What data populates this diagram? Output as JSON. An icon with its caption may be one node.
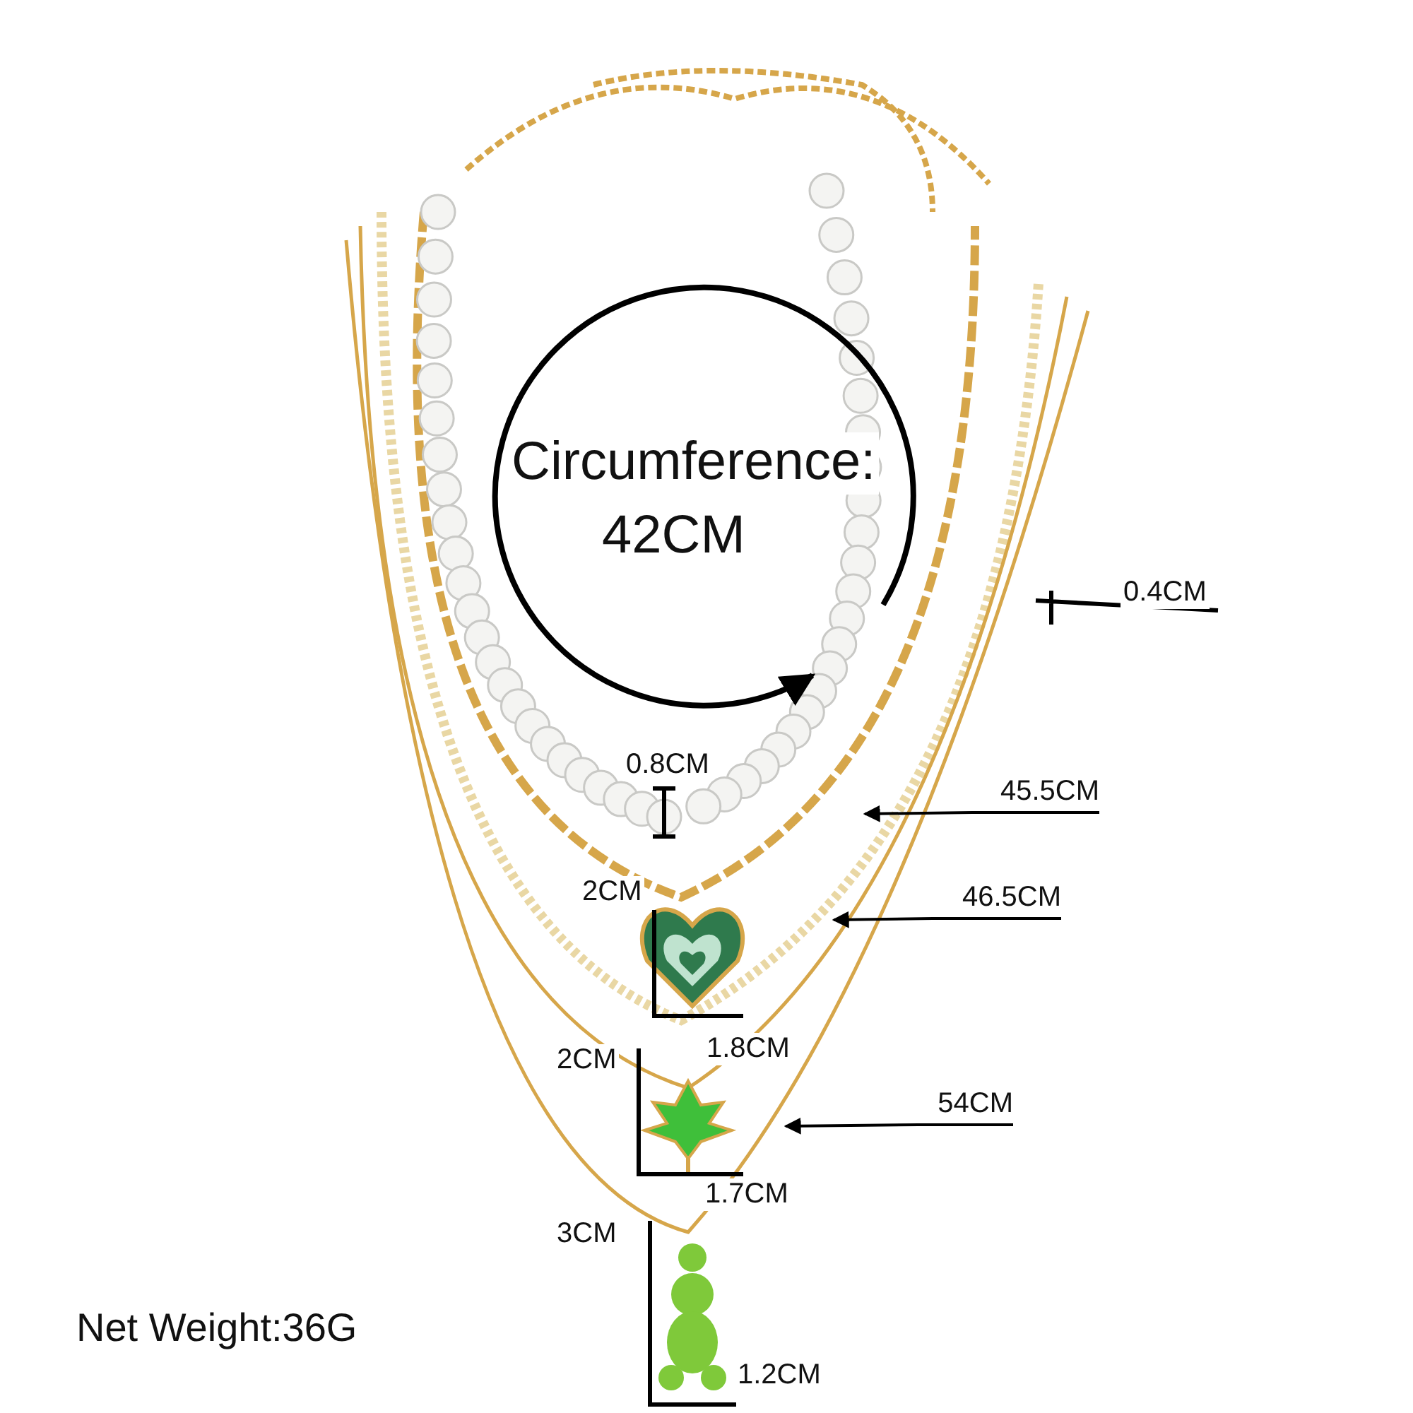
{
  "diagram": {
    "nodes": [
      {
        "text": [
          "45.5CM"
        ]
      },
      {
        "text": [
          "46.5CM"
        ]
      },
      {
        "text": [
          "54CM"
        ]
      }
    ],
    "edges": [
      {
        "from": 0,
        "to": null,
        "arrow": "to"
      },
      {
        "from": 1,
        "to": null,
        "arrow": "to"
      },
      {
        "from": 2,
        "to": null,
        "arrow": "to"
      }
    ],
    "labels": [
      "Circumference:",
      "42CM",
      "0.4CM",
      "0.8CM",
      "2CM",
      "1.8CM",
      "2CM",
      "1.7CM",
      "3CM",
      "1.2CM",
      "Net Weight:36G"
    ]
  }
}
